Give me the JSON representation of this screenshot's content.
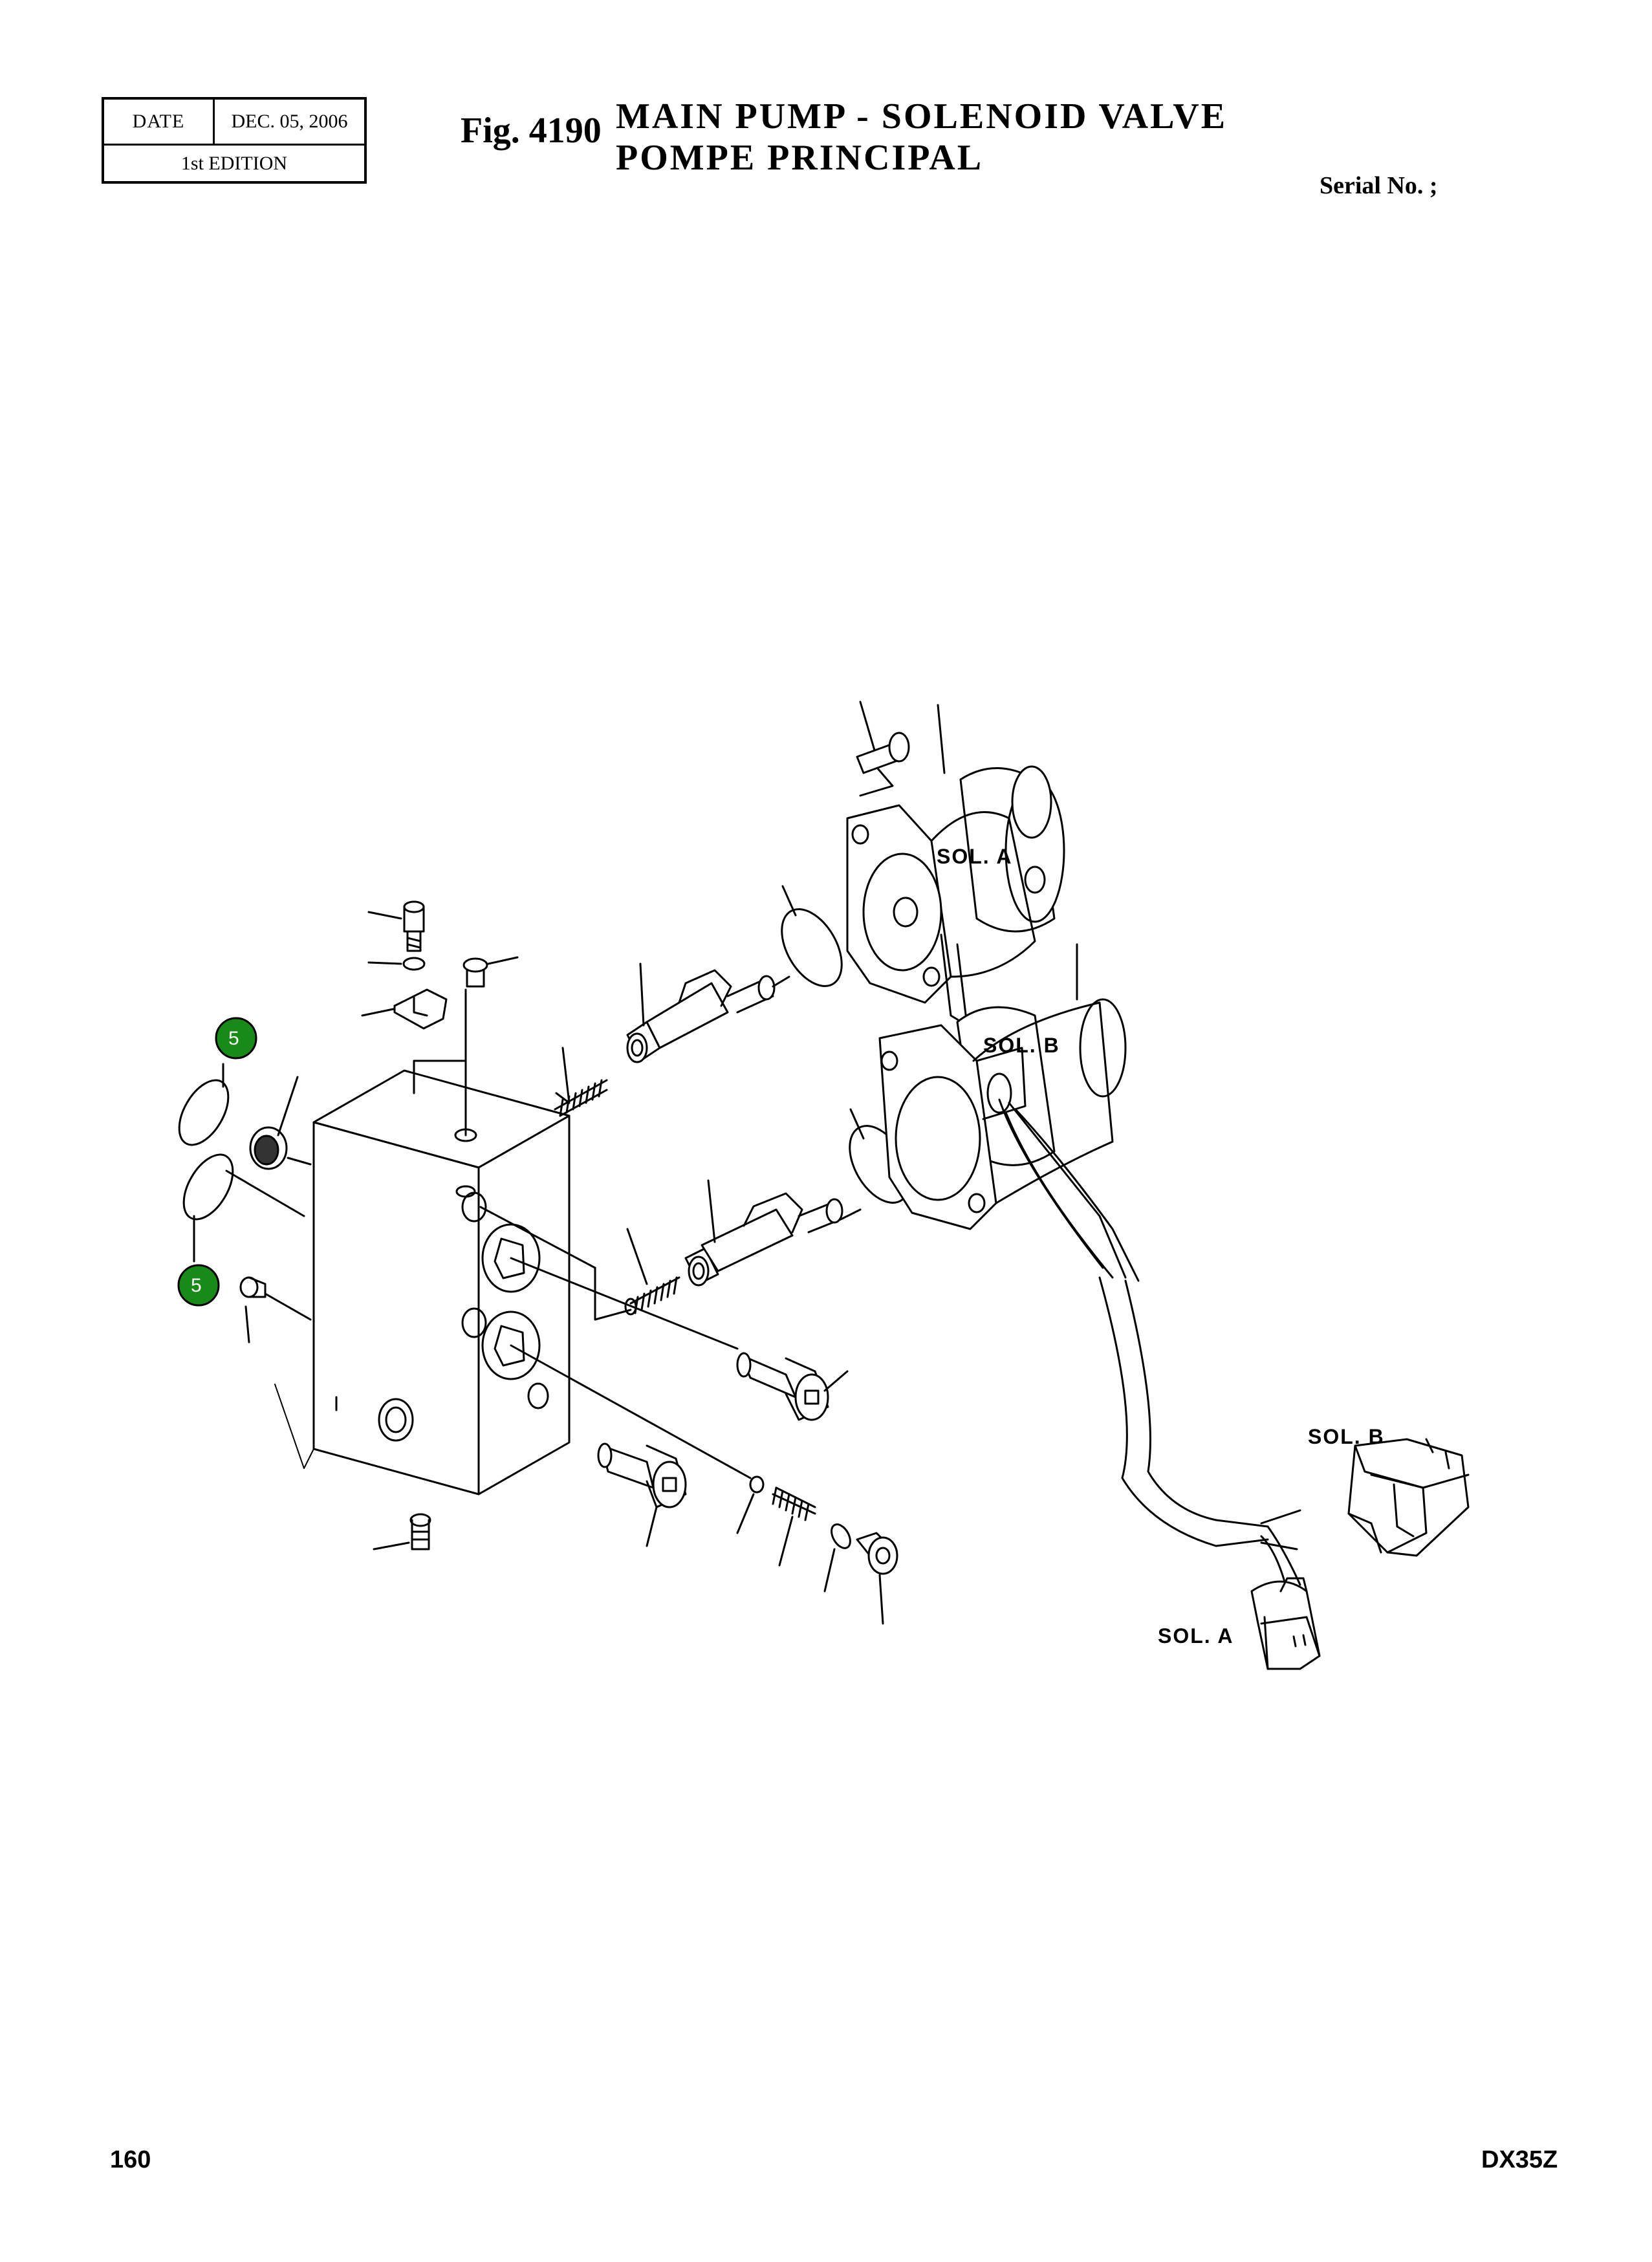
{
  "header": {
    "date_label": "DATE",
    "date_value": "DEC. 05, 2006",
    "edition": "1st EDITION",
    "fig_number": "Fig. 4190",
    "title_line1": "MAIN PUMP - SOLENOID VALVE",
    "title_line2": "POMPE PRINCIPAL",
    "serial": "Serial No. ;"
  },
  "diagram": {
    "labels": {
      "sol_a_top": "SOL. A",
      "sol_b_top": "SOL. B",
      "sol_b_connector": "SOL. B",
      "sol_a_connector": "SOL. A"
    },
    "callouts": [
      "5",
      "5"
    ],
    "callout_color": "#178a17"
  },
  "footer": {
    "page_number": "160",
    "model": "DX35Z"
  }
}
